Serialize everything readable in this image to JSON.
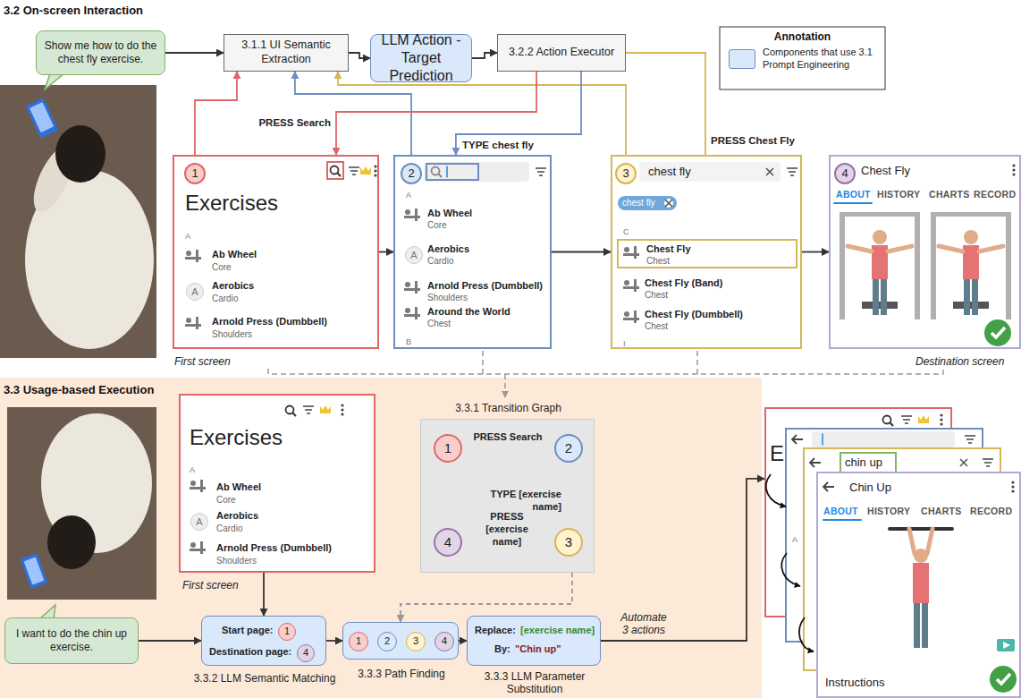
{
  "diagram": {
    "nodes": [
      {
        "text": [
          "Show me how to do the chest fly exercise."
        ]
      },
      {
        "text": [
          "3.1.1 UI Semantic Extraction"
        ]
      },
      {
        "text": [
          "LLM Action - Target Prediction"
        ]
      },
      {
        "text": [
          "3.2.2 Action Executor"
        ]
      },
      {
        "text": [
          "Exercises",
          "A",
          "Ab Wheel",
          "Core",
          "A",
          "Aerobics",
          "Cardio",
          "Arnold Press (Dumbbell)",
          "Shoulders",
          "First screen"
        ]
      },
      {
        "text": [
          "1"
        ],
        "in": 4
      },
      {
        "text": [
          "A",
          "Ab Wheel",
          "Core",
          "A",
          "Aerobics",
          "Cardio",
          "Arnold Press (Dumbbell)",
          "Shoulders",
          "Around the World",
          "Chest",
          "B"
        ]
      },
      {
        "text": [
          "2"
        ],
        "in": 6
      },
      {
        "text": [
          "chest fly",
          "chest fly",
          "C",
          "Chest Fly (Band)",
          "Chest",
          "Chest Fly (Dumbbell)",
          "Chest",
          "I"
        ]
      },
      {
        "text": [
          "3"
        ],
        "in": 8
      },
      {
        "text": [
          "Chest Fly",
          "Chest"
        ],
        "in": 8
      },
      {
        "text": [
          "Chest Fly",
          "ABOUT",
          "HISTORY",
          "CHARTS",
          "RECORD",
          "Destination screen"
        ]
      },
      {
        "text": [
          "4"
        ],
        "in": 11
      },
      {
        "text": [
          "3.3.1 Transition Graph"
        ]
      },
      {
        "text": [
          "1"
        ],
        "in": 13
      },
      {
        "text": [
          "2"
        ],
        "in": 13
      },
      {
        "text": [
          "3"
        ],
        "in": 13
      },
      {
        "text": [
          "4"
        ],
        "in": 13
      },
      {
        "text": [
          "Exercises",
          "A",
          "Ab Wheel",
          "Core",
          "A",
          "Aerobics",
          "Cardio",
          "Arnold Press (Dumbbell)",
          "Shoulders",
          "First screen"
        ]
      },
      {
        "text": [
          "I want to do the chin up exercise."
        ]
      },
      {
        "text": [
          "Start page:",
          "Destination page:",
          "3.3.2 LLM Semantic Matching"
        ]
      },
      {
        "text": [
          "1"
        ],
        "in": 20
      },
      {
        "text": [
          "4"
        ],
        "in": 20
      },
      {
        "text": [
          "3.3.3 Path Finding"
        ]
      },
      {
        "text": [
          "1"
        ],
        "in": 23
      },
      {
        "text": [
          "2"
        ],
        "in": 23
      },
      {
        "text": [
          "3"
        ],
        "in": 23
      },
      {
        "text": [
          "4"
        ],
        "in": 23
      },
      {
        "text": [
          "Replace:",
          "[exercise name]",
          "By:",
          "\"Chin up\"",
          "3.3.3 LLM Parameter Substitution"
        ]
      },
      {
        "text": [
          "E"
        ]
      },
      {
        "text": [
          "A"
        ]
      },
      {
        "text": [
          "chin up"
        ]
      },
      {
        "text": [
          "Chin Up",
          "ABOUT",
          "HISTORY",
          "CHARTS",
          "RECORD",
          "Instructions"
        ]
      }
    ],
    "edges": [
      {
        "from": 0,
        "to": 1,
        "arrow": "to"
      },
      {
        "from": 1,
        "to": 2,
        "arrow": "to"
      },
      {
        "from": 2,
        "to": 3,
        "arrow": "to"
      },
      {
        "from": 5,
        "to": 1,
        "arrow": "to"
      },
      {
        "from": 7,
        "to": 1,
        "arrow": "to"
      },
      {
        "from": 9,
        "to": 1,
        "arrow": "to"
      },
      {
        "from": 3,
        "to": 4,
        "label": "PRESS Search",
        "arrow": "to"
      },
      {
        "from": 3,
        "to": 6,
        "label": "TYPE chest fly",
        "arrow": "to"
      },
      {
        "from": 3,
        "to": 10,
        "label": "PRESS Chest Fly",
        "arrow": "to"
      },
      {
        "from": 4,
        "to": 6,
        "arrow": "to"
      },
      {
        "from": 6,
        "to": 8,
        "arrow": "to"
      },
      {
        "from": 8,
        "to": 11,
        "arrow": "to"
      },
      {
        "from": 14,
        "to": 15,
        "label": "PRESS Search",
        "arrow": "to"
      },
      {
        "from": 15,
        "to": 16,
        "label": "TYPE [exercise name]",
        "arrow": "to"
      },
      {
        "from": 16,
        "to": 17,
        "label": "PRESS [exercise name]",
        "arrow": "to"
      },
      {
        "from": 13,
        "to": 23,
        "arrow": "to"
      },
      {
        "from": 18,
        "to": 20,
        "arrow": "to"
      },
      {
        "from": 19,
        "to": 20,
        "arrow": "to"
      },
      {
        "from": 20,
        "to": 23,
        "arrow": "to"
      },
      {
        "from": 23,
        "to": 28,
        "arrow": "to"
      },
      {
        "from": 28,
        "to": 29,
        "label": "Automate 3 actions",
        "arrow": "to"
      },
      {
        "from": 24,
        "to": 25,
        "arrow": "to"
      },
      {
        "from": 25,
        "to": 26,
        "arrow": "to"
      },
      {
        "from": 26,
        "to": 27,
        "arrow": "to"
      }
    ],
    "labels": [
      "3.2 On-screen Interaction",
      "Annotation",
      "3.3 Usage-based Execution"
    ],
    "legend": [
      {
        "text": "Components that use 3.1 Prompt Engineering",
        "color": "#dae8fc"
      }
    ]
  }
}
